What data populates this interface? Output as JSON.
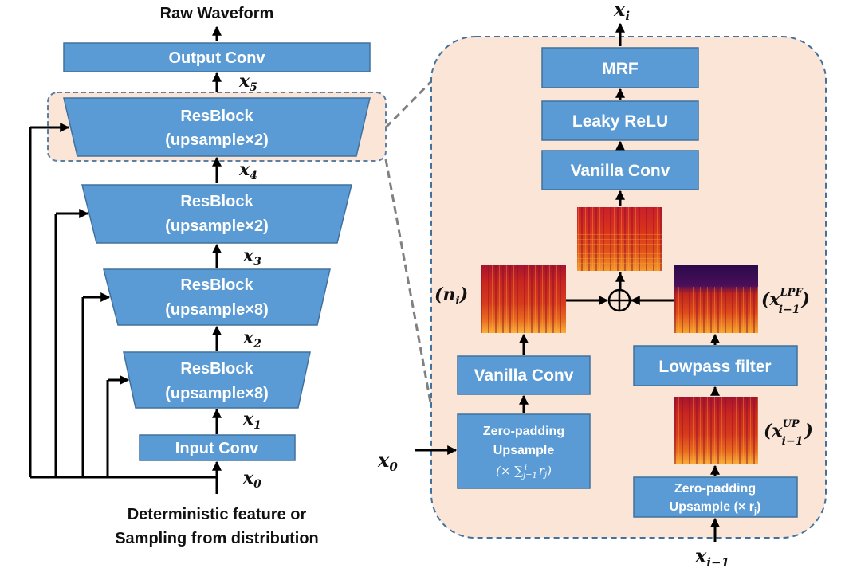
{
  "left": {
    "output_label": "Raw Waveform",
    "output_conv": "Output Conv",
    "resblocks": [
      {
        "title": "ResBlock",
        "sub": "(upsample×2)"
      },
      {
        "title": "ResBlock",
        "sub": "(upsample×2)"
      },
      {
        "title": "ResBlock",
        "sub": "(upsample×8)"
      },
      {
        "title": "ResBlock",
        "sub": "(upsample×8)"
      }
    ],
    "input_conv": "Input Conv",
    "x_labels": {
      "x5": "x",
      "x4": "x",
      "x3": "x",
      "x2": "x",
      "x1": "x",
      "x0": "x"
    },
    "x_subs": {
      "x5": "5",
      "x4": "4",
      "x3": "3",
      "x2": "2",
      "x1": "1",
      "x0": "0"
    },
    "input_caption_1": "Deterministic feature or",
    "input_caption_2": "Sampling from distribution"
  },
  "detail": {
    "output_var": "x",
    "output_sub": "i",
    "mrf": "MRF",
    "leaky_relu": "Leaky ReLU",
    "vanilla_conv_top": "Vanilla Conv",
    "vanilla_conv_left": "Vanilla Conv",
    "lowpass": "Lowpass filter",
    "zp_left_1": "Zero-padding",
    "zp_left_2": "Upsample",
    "zp_left_3_pre": "(× ∑",
    "zp_left_3_sub": "j=1",
    "zp_left_3_sup": "i",
    "zp_left_3_post": " r",
    "zp_left_3_rsub": "j",
    "zp_left_3_close": ")",
    "zp_right_1": "Zero-padding",
    "zp_right_2": "Upsample (× r",
    "zp_right_2_sub": "j",
    "zp_right_2_close": ")",
    "n_label": "(n",
    "n_sub": "i",
    "n_close": ")",
    "lpf_label": "(x",
    "lpf_sup": "LPF",
    "lpf_sub": "i−1",
    "lpf_close": ")",
    "up_label": "(x",
    "up_sup": "UP",
    "up_sub": "i−1",
    "up_close": ")",
    "x0_var": "x",
    "x0_sub": "0",
    "xim1_var": "x",
    "xim1_sub": "i−1",
    "sum_symbol": "⊕"
  },
  "colors": {
    "box": "#5b9bd5",
    "box_border": "#41719c",
    "panel_fill": "#fbe5d6",
    "panel_border": "#41719c",
    "spec_dark": "#2d0a4e",
    "spec_mid": "#c4301c",
    "spec_hot": "#f8a32a"
  }
}
